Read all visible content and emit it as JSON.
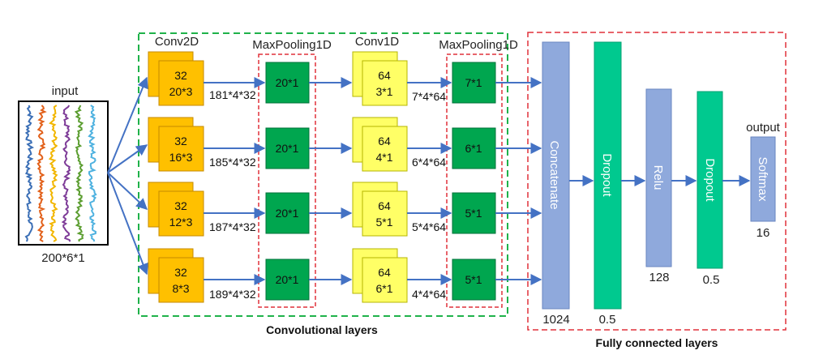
{
  "input": {
    "label": "input",
    "dims": "200*6*1",
    "signal_colors": [
      "#3b6fb6",
      "#e2611b",
      "#f2b600",
      "#7e3c98",
      "#5c9e31",
      "#4fb2e0"
    ]
  },
  "headers": {
    "conv2d": "Conv2D",
    "maxpool1d_a": "MaxPooling1D",
    "conv1d": "Conv1D",
    "maxpool1d_b": "MaxPooling1D",
    "output": "output"
  },
  "rows": [
    {
      "conv2d_top": "32",
      "conv2d_bottom": "20*3",
      "conv2d_out": "181*4*32",
      "pool1": "20*1",
      "conv1d_top": "64",
      "conv1d_bottom": "3*1",
      "conv1d_out": "7*4*64",
      "pool2": "7*1"
    },
    {
      "conv2d_top": "32",
      "conv2d_bottom": "16*3",
      "conv2d_out": "185*4*32",
      "pool1": "20*1",
      "conv1d_top": "64",
      "conv1d_bottom": "4*1",
      "conv1d_out": "6*4*64",
      "pool2": "6*1"
    },
    {
      "conv2d_top": "32",
      "conv2d_bottom": "12*3",
      "conv2d_out": "187*4*32",
      "pool1": "20*1",
      "conv1d_top": "64",
      "conv1d_bottom": "5*1",
      "conv1d_out": "5*4*64",
      "pool2": "5*1"
    },
    {
      "conv2d_top": "32",
      "conv2d_bottom": "8*3",
      "conv2d_out": "189*4*32",
      "pool1": "20*1",
      "conv1d_top": "64",
      "conv1d_bottom": "6*1",
      "conv1d_out": "4*4*64",
      "pool2": "5*1"
    }
  ],
  "fc": {
    "concatenate": {
      "label": "Concatenate",
      "value": "1024"
    },
    "dropout1": {
      "label": "Dropout",
      "value": "0.5"
    },
    "relu": {
      "label": "Relu",
      "value": "128"
    },
    "dropout2": {
      "label": "Dropout",
      "value": "0.5"
    },
    "softmax": {
      "label": "Softmax",
      "value": "16"
    }
  },
  "groups": {
    "conv": "Convolutional layers",
    "fc": "Fully connected layers"
  },
  "colors": {
    "orange": "#ffc000",
    "yellow": "#ffff66",
    "green": "#00a64f",
    "blue": "#8fa9dc",
    "teal": "#00c98f",
    "arrow": "#4472c4",
    "green_dash": "#1fb24a",
    "red_dash": "#e0303a"
  }
}
